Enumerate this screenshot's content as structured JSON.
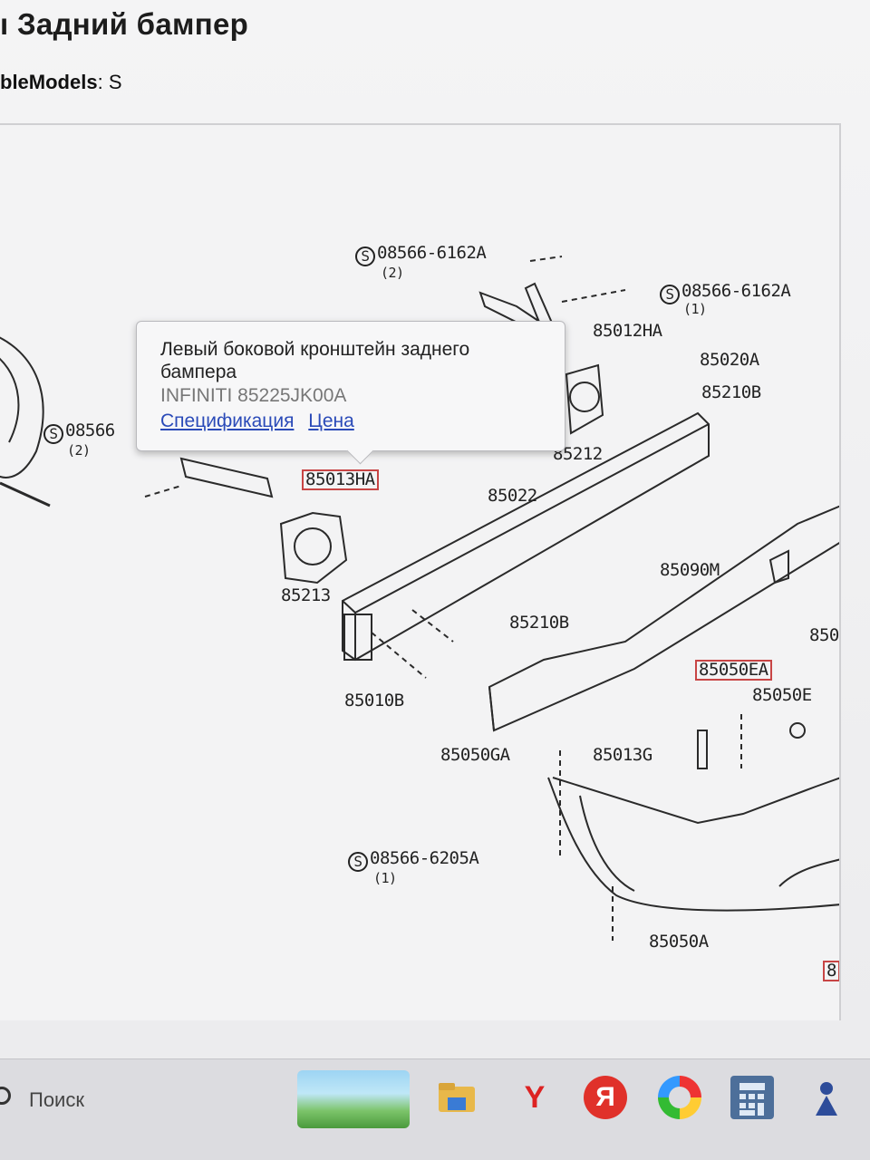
{
  "header": {
    "title": "Задний бампер",
    "models_key": "bleModels",
    "models_sep": ":",
    "models_value": "S"
  },
  "diagram": {
    "labels": {
      "p08566_6162a_top": "08566-6162A",
      "p08566_6162a_top_qty": "(2)",
      "p08566_6162a_right": "08566-6162A",
      "p08566_6162a_right_qty": "(1)",
      "p85012ha": "85012HA",
      "p85020a": "85020A",
      "p85210b_top": "85210B",
      "p08566_left": "08566",
      "p08566_left_qty": "(2)",
      "p85212": "85212",
      "p85013ha": "85013HA",
      "p85022": "85022",
      "p85213": "85213",
      "p85090m": "85090M",
      "p850_cut": "850",
      "p85210b_mid": "85210B",
      "p85050ea": "85050EA",
      "p85050e": "85050E",
      "p85010b": "85010B",
      "p85050ga": "85050GA",
      "p85013g": "85013G",
      "p08566_6205a": "08566-6205A",
      "p08566_6205a_qty": "(1)",
      "p85050a": "85050A",
      "p8_cut": "8",
      "s_symbol": "S"
    }
  },
  "tooltip": {
    "name": "Левый боковой кронштейн заднего бампера",
    "code": "INFINITI 85225JK00A",
    "spec_link": "Спецификация",
    "price_link": "Цена"
  },
  "taskbar": {
    "search_label": "Поиск",
    "yandex_glyph": "Я",
    "yandex_browser_glyph": "Y"
  },
  "colors": {
    "highlight": "#c84545",
    "link": "#2a4ab8"
  }
}
